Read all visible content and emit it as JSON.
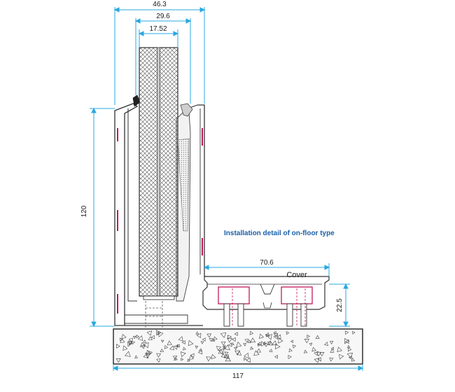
{
  "diagram": {
    "caption": "Installation detail of on-floor type",
    "labels": {
      "cover": "Cover"
    },
    "dimensions": {
      "total_top_width": "46.3",
      "glass_slot_width": "29.6",
      "glass_width": "17.52",
      "profile_height": "120",
      "cover_width": "70.6",
      "cover_height": "22.5",
      "total_bottom_width": "117"
    },
    "colors": {
      "dimension_line": "#29a8e0",
      "profile_line": "#333333",
      "gasket": "#c2185b",
      "caption": "#1a5fa8",
      "floor_fill": "#eeeeee"
    }
  }
}
